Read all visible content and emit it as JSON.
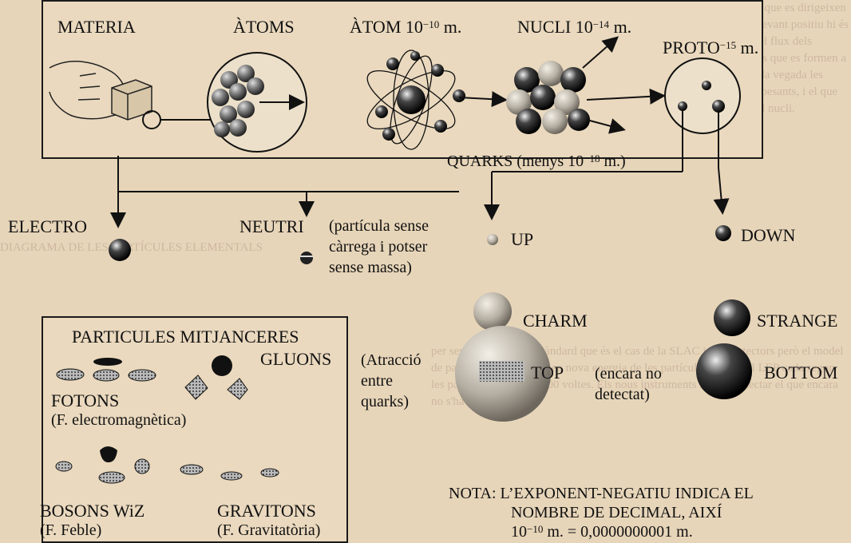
{
  "top_labels": {
    "materia": "MATERIA",
    "atoms": "ÀTOMS",
    "atom_prefix": "ÀTOM 10",
    "atom_exp": "−10",
    "atom_unit": " m.",
    "nucli_prefix": "NUCLI 10",
    "nucli_exp": "−14",
    "nucli_unit": " m.",
    "proto_prefix": "PROTO",
    "proto_exp": "−15",
    "proto_unit": " m."
  },
  "quarks": {
    "prefix": "QUARKS (menys 10",
    "exp": "−18",
    "unit": " m.)",
    "up": "UP",
    "down": "DOWN",
    "charm": "CHARM",
    "strange": "STRANGE",
    "top": "TOP",
    "top_note": "(encara no detectat)",
    "bottom": "BOTTOM"
  },
  "leptons": {
    "electro": "ELECTRO",
    "neutri": "NEUTRI",
    "neutri_note": "(partícula sense càrrega i potser sense massa)"
  },
  "mediators": {
    "title": "PARTICULES MITJANCERES",
    "fotons": "FOTONS",
    "fotons_force": "(F. electromagnètica)",
    "gluons": "GLUONS",
    "gluons_note": "(Atracció entre quarks)",
    "bosons": "BOSONS WiZ",
    "bosons_force": "(F. Feble)",
    "gravitons": "GRAVITONS",
    "gravitons_force": "(F. Gravitatòria)"
  },
  "nota": {
    "line1": "NOTA: L’EXPONENT-NEGATIU INDICA EL",
    "line2": "NOMBRE DE DECIMAL, AIXÍ",
    "line3_prefix": "10",
    "line3_exp": "−10",
    "line3_rest": " m. = 0,0000000001 m."
  }
}
